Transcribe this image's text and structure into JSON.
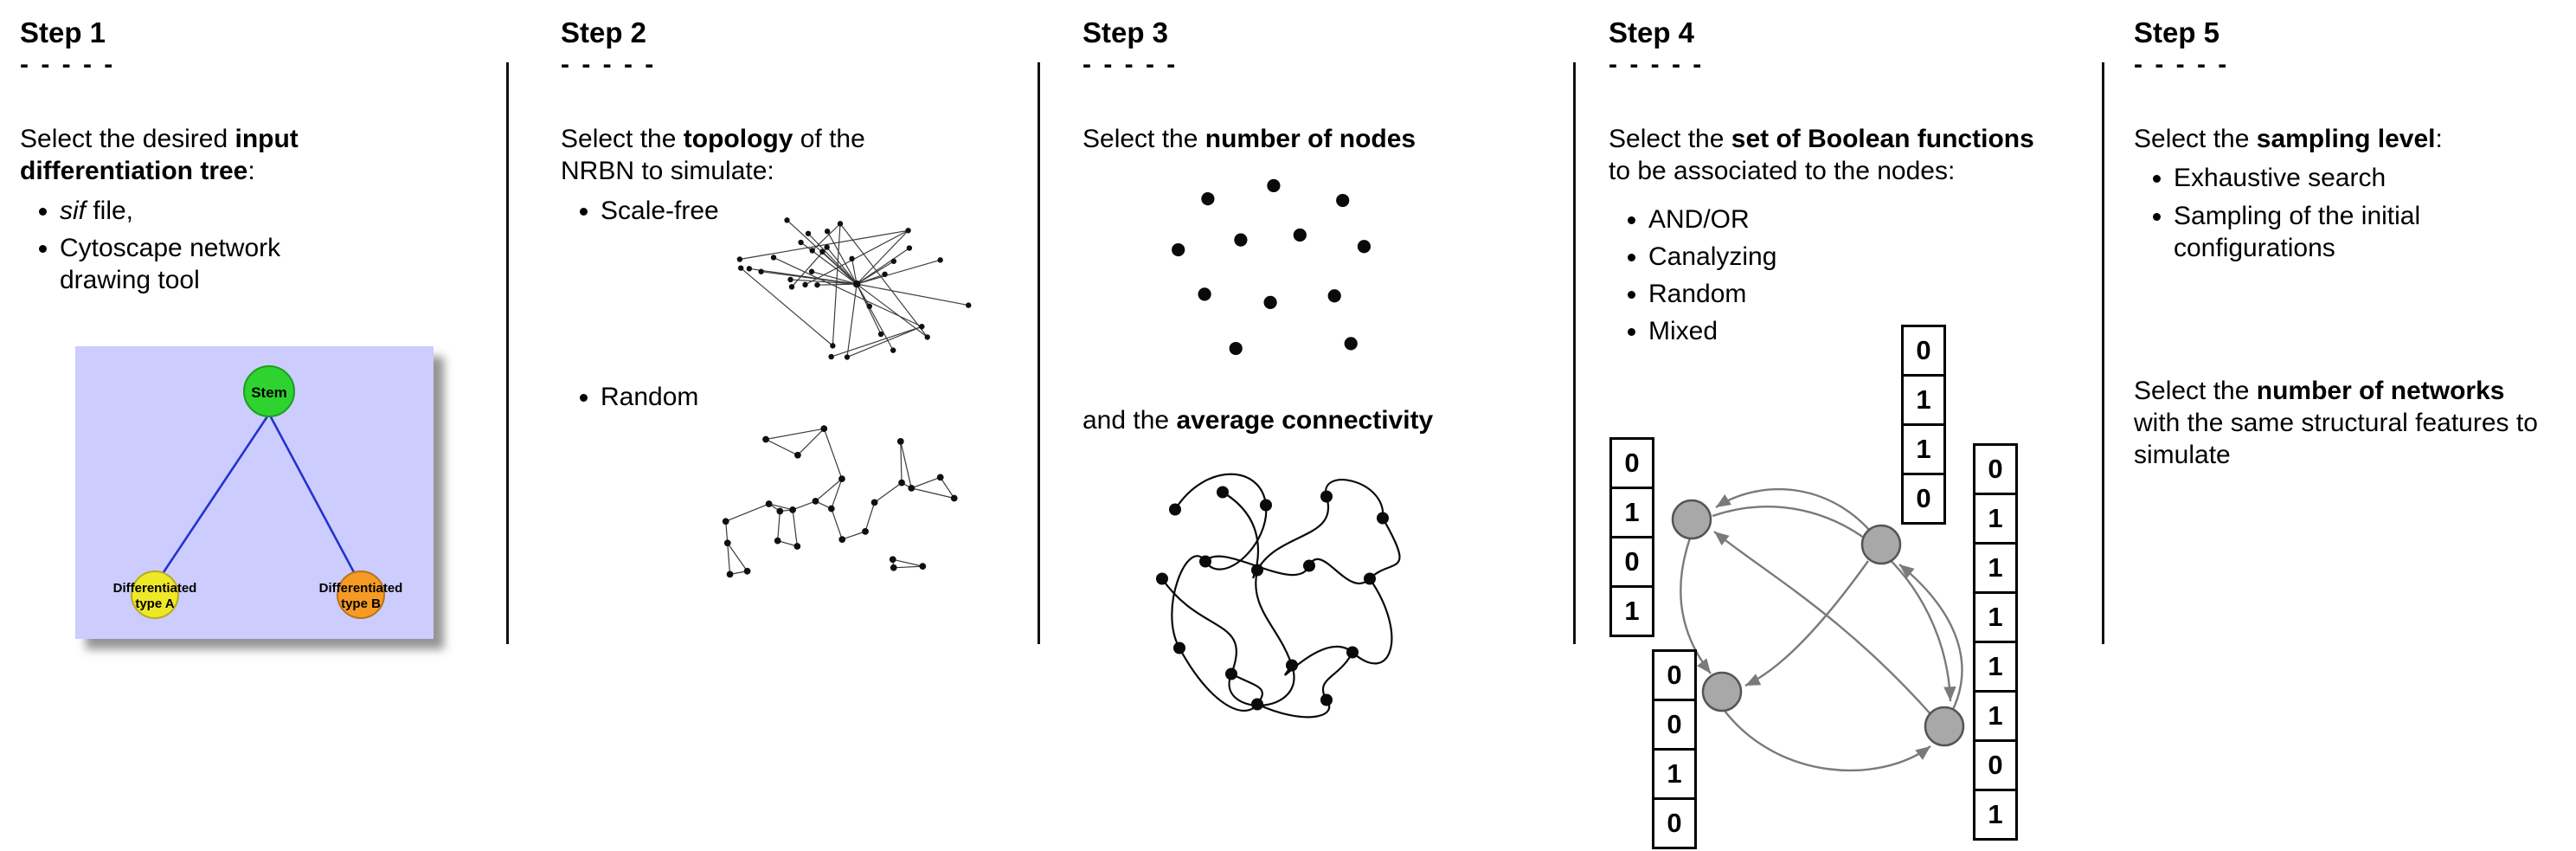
{
  "colors": {
    "tree_background": "#ccccff",
    "tree_edge_blue": "#2233cc",
    "stem_green": "#2fd32f",
    "type_a_yellow": "#eee829",
    "type_b_orange": "#f59b24",
    "graph_node_gray": "#a8a8a8",
    "arrow_gray": "#7a7a7a"
  },
  "steps": [
    {
      "title": "Step 1",
      "dashes": "- - - - -",
      "intro_html": "Select the desired <b>input differentiation tree</b>:",
      "bullets_html": [
        "<i>sif</i> file,",
        "Cytoscape network drawing tool"
      ],
      "tree": {
        "stem_label": "Stem",
        "type_a_lines": [
          "Differentiated",
          "type A"
        ],
        "type_b_lines": [
          "Differentiated",
          "type B"
        ]
      }
    },
    {
      "title": "Step 2",
      "dashes": "- - - - -",
      "intro_html": "Select the <b>topology</b> of the NRBN to simulate:",
      "bullets_html": [
        "Scale-free",
        "Random"
      ]
    },
    {
      "title": "Step 3",
      "dashes": "- - - - -",
      "intro_html": "Select the <b>number of nodes</b>",
      "second_html": "and the <b>average connectivity</b>"
    },
    {
      "title": "Step 4",
      "dashes": "- - - - -",
      "intro_html": "Select the <b>set of Boolean functions</b> to be associated to the nodes:",
      "bullets_html": [
        "AND/OR",
        "Canalyzing",
        "Random",
        "Mixed"
      ],
      "truth_tables": {
        "left": [
          "0",
          "1",
          "0",
          "1"
        ],
        "top": [
          "0",
          "1",
          "1",
          "0"
        ],
        "bottom_left": [
          "0",
          "0",
          "1",
          "0"
        ],
        "right": [
          "0",
          "1",
          "1",
          "1",
          "1",
          "1",
          "0",
          "1"
        ]
      }
    },
    {
      "title": "Step 5",
      "dashes": "- - - - -",
      "intro_html": "Select the <b>sampling level</b>:",
      "bullets_html": [
        "Exhaustive search",
        "Sampling of the initial configurations"
      ],
      "second_html": "Select the <b>number of networks</b> with the same structural features to simulate"
    }
  ]
}
